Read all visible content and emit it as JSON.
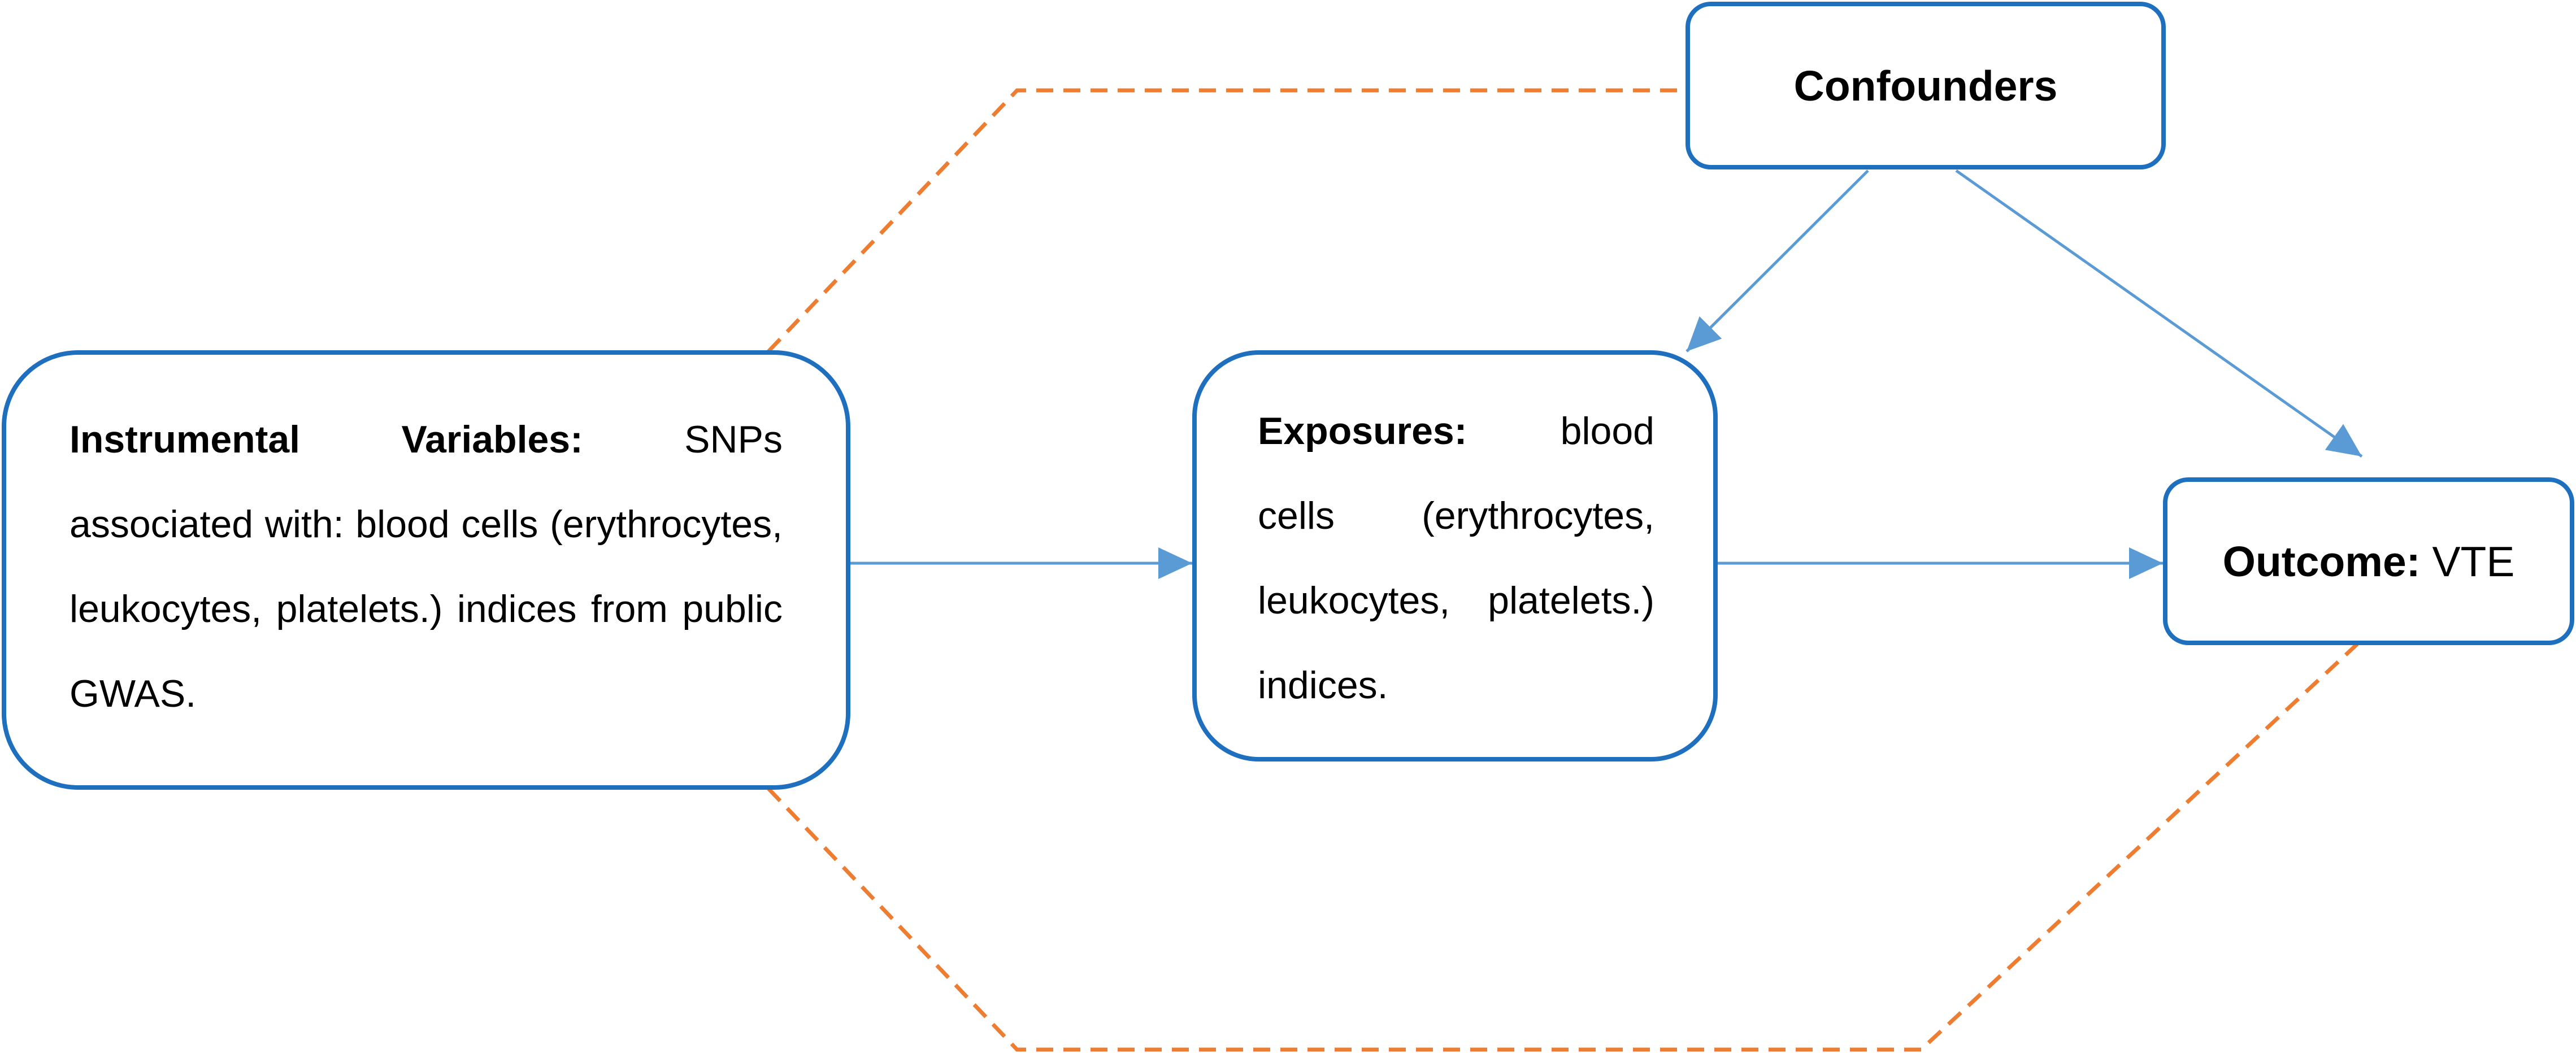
{
  "colors": {
    "box_border": "#1f6fbf",
    "arrow": "#5b9bd5",
    "dashed_line": "#ed7d31",
    "text": "#000000"
  },
  "nodes": {
    "confounders": {
      "label": "Confounders"
    },
    "instrumental": {
      "label": "Instrumental Variables:",
      "text": "SNPs associated with: blood cells (erythrocytes, leukocytes, platelets.) indices from public GWAS."
    },
    "exposures": {
      "label": "Exposures:",
      "text": "blood cells (erythrocytes, leukocytes, platelets.) indices."
    },
    "outcome": {
      "label": "Outcome:",
      "text": "VTE"
    }
  },
  "edges": [
    {
      "from": "instrumental",
      "to": "exposures",
      "style": "solid-arrow"
    },
    {
      "from": "exposures",
      "to": "outcome",
      "style": "solid-arrow"
    },
    {
      "from": "confounders",
      "to": "exposures",
      "style": "solid-arrow"
    },
    {
      "from": "confounders",
      "to": "outcome",
      "style": "solid-arrow"
    },
    {
      "from": "instrumental",
      "to": "confounders",
      "style": "dashed"
    },
    {
      "from": "instrumental",
      "to": "outcome",
      "style": "dashed"
    }
  ]
}
